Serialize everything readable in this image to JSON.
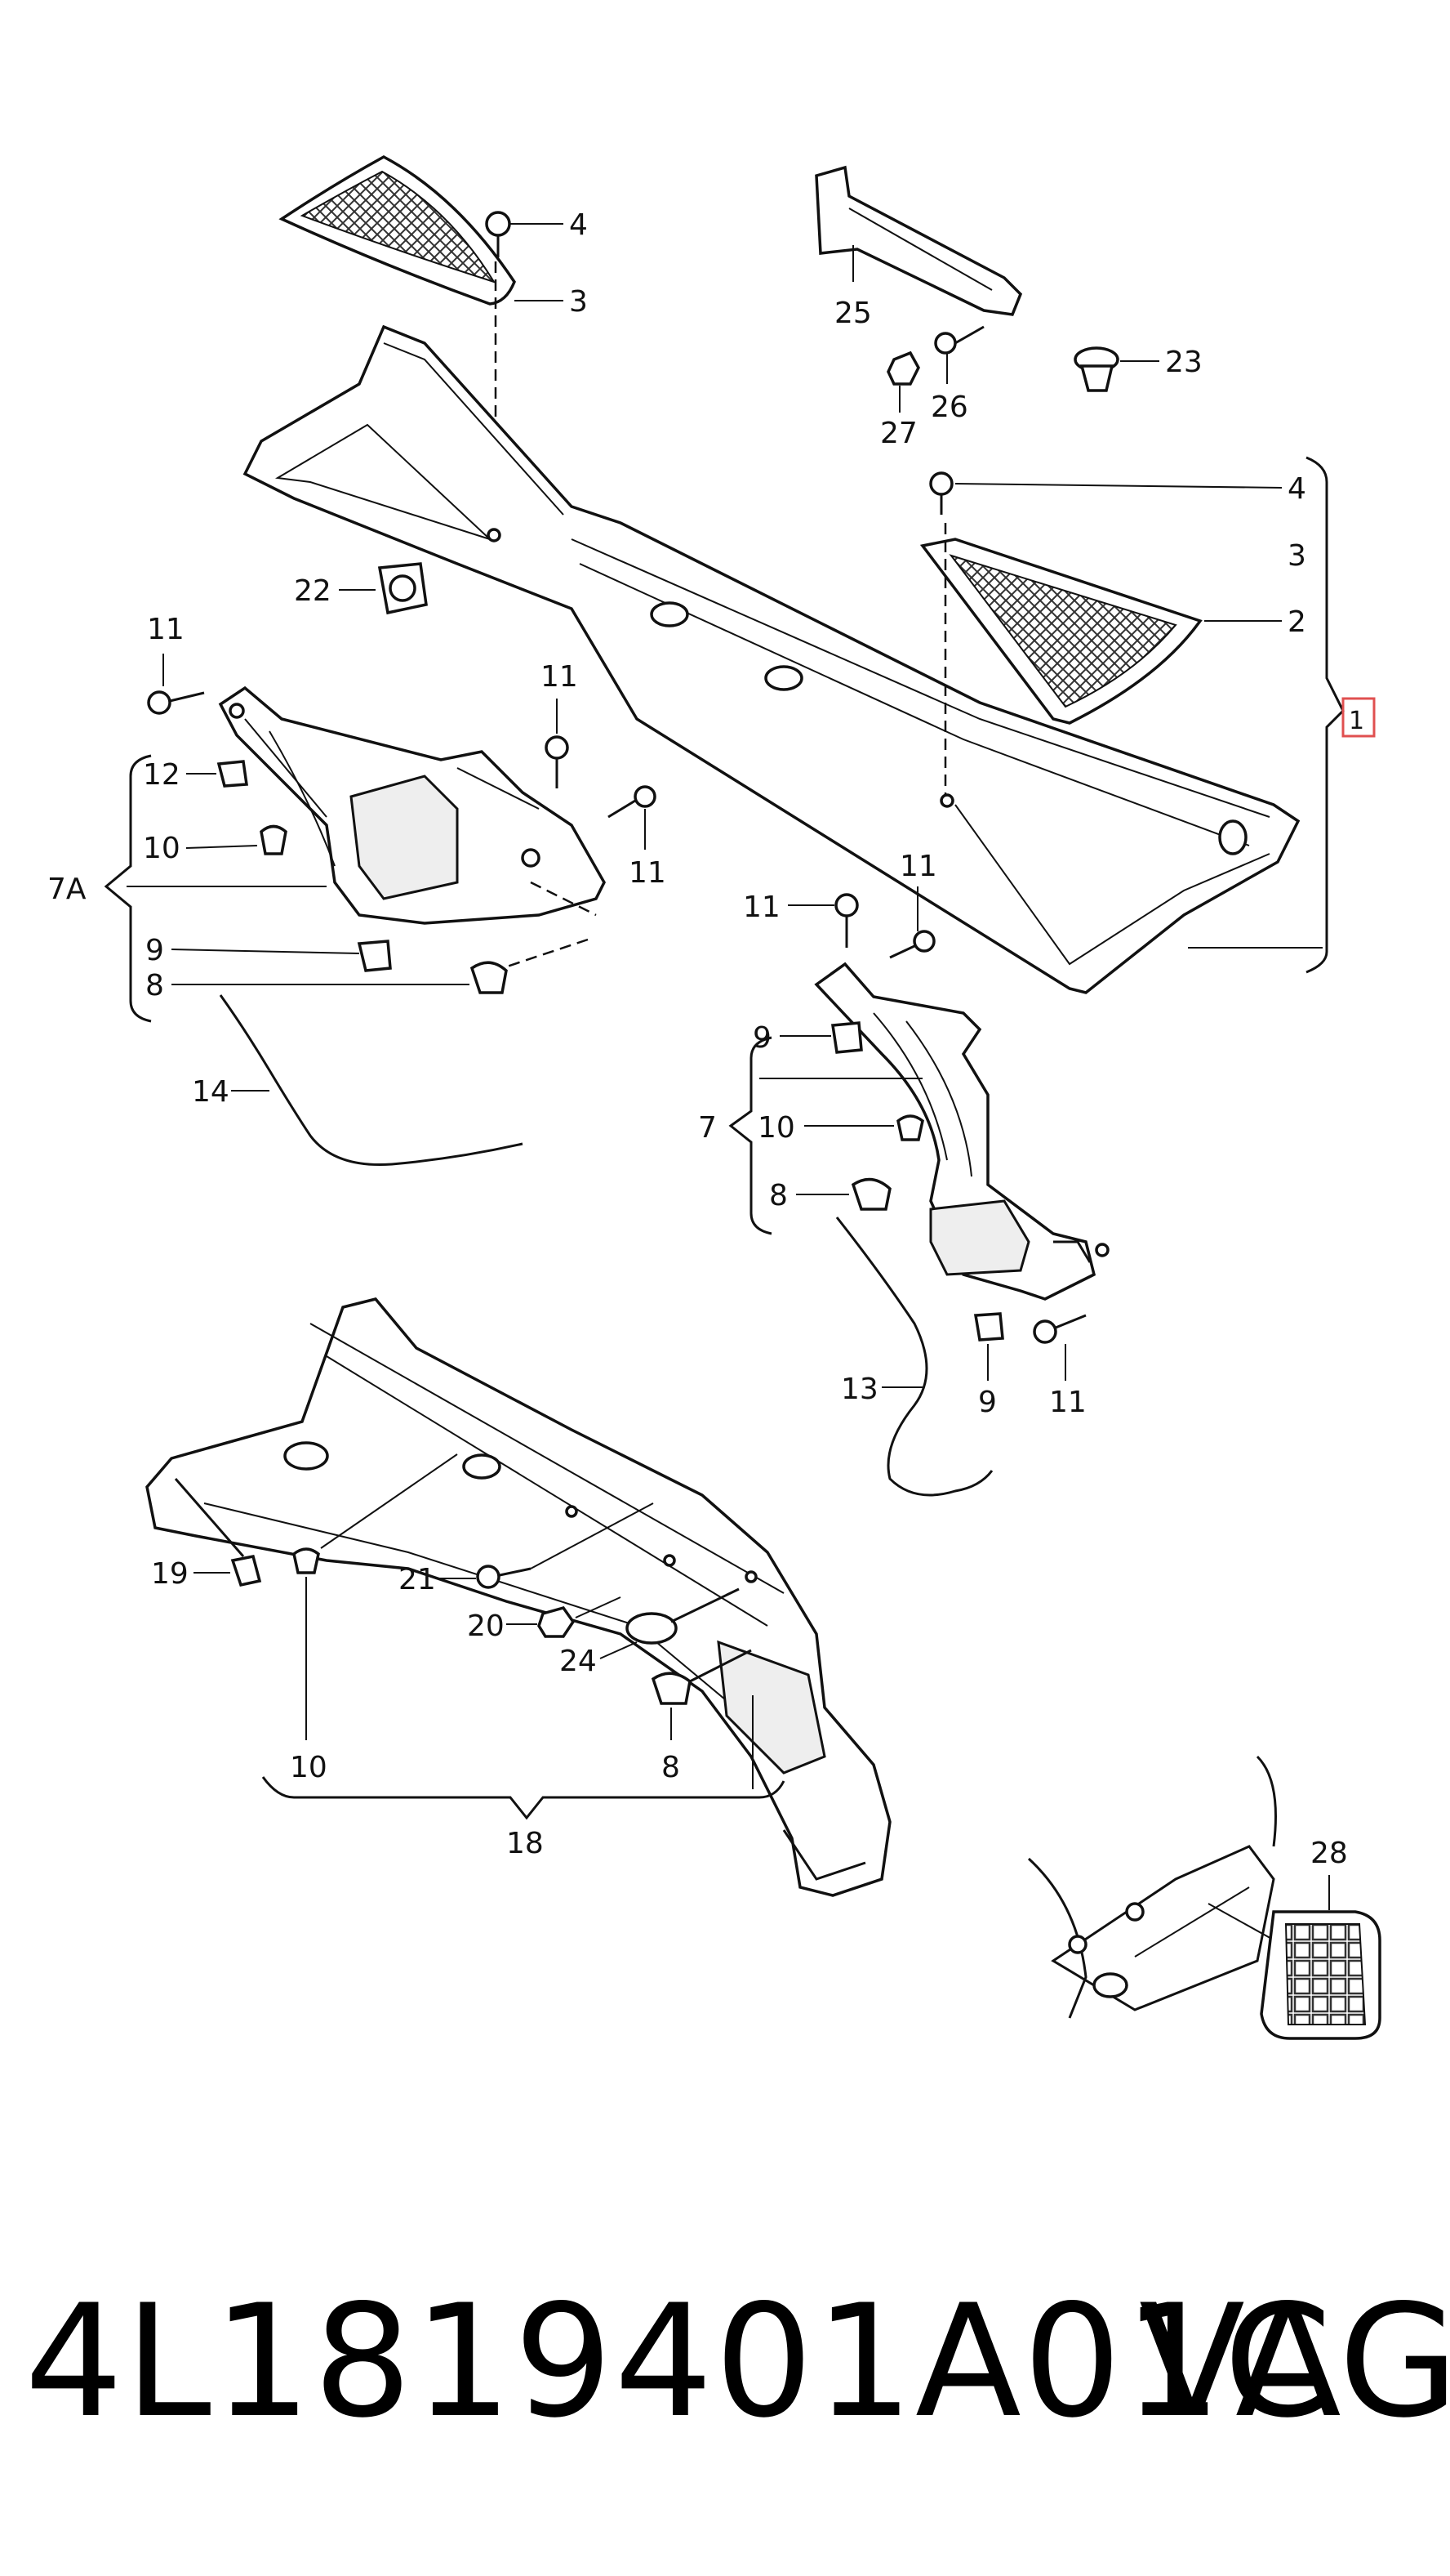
{
  "diagram": {
    "callouts": [
      {
        "id": "c4a",
        "text": "4"
      },
      {
        "id": "c3a",
        "text": "3"
      },
      {
        "id": "c25",
        "text": "25"
      },
      {
        "id": "c23",
        "text": "23"
      },
      {
        "id": "c27",
        "text": "27"
      },
      {
        "id": "c26",
        "text": "26"
      },
      {
        "id": "c4b",
        "text": "4"
      },
      {
        "id": "c3b",
        "text": "3"
      },
      {
        "id": "c2",
        "text": "2"
      },
      {
        "id": "c1",
        "text": "1"
      },
      {
        "id": "c22",
        "text": "22"
      },
      {
        "id": "c11a",
        "text": "11"
      },
      {
        "id": "c11b",
        "text": "11"
      },
      {
        "id": "c11c",
        "text": "11"
      },
      {
        "id": "c12",
        "text": "12"
      },
      {
        "id": "c10a",
        "text": "10"
      },
      {
        "id": "c7A",
        "text": "7A"
      },
      {
        "id": "c9a",
        "text": "9"
      },
      {
        "id": "c8a",
        "text": "8"
      },
      {
        "id": "c14",
        "text": "14"
      },
      {
        "id": "c11d",
        "text": "11"
      },
      {
        "id": "c11e",
        "text": "11"
      },
      {
        "id": "c9b",
        "text": "9"
      },
      {
        "id": "c7",
        "text": "7"
      },
      {
        "id": "c10b",
        "text": "10"
      },
      {
        "id": "c8b",
        "text": "8"
      },
      {
        "id": "c13",
        "text": "13"
      },
      {
        "id": "c9c",
        "text": "9"
      },
      {
        "id": "c11f",
        "text": "11"
      },
      {
        "id": "c19",
        "text": "19"
      },
      {
        "id": "c21",
        "text": "21"
      },
      {
        "id": "c20",
        "text": "20"
      },
      {
        "id": "c24",
        "text": "24"
      },
      {
        "id": "c10c",
        "text": "10"
      },
      {
        "id": "c8c",
        "text": "8"
      },
      {
        "id": "c18",
        "text": "18"
      },
      {
        "id": "c28",
        "text": "28"
      }
    ],
    "highlight_color": "#e05050"
  },
  "footer": {
    "part_number": "4L1819401A01C",
    "brand": "VAG"
  }
}
